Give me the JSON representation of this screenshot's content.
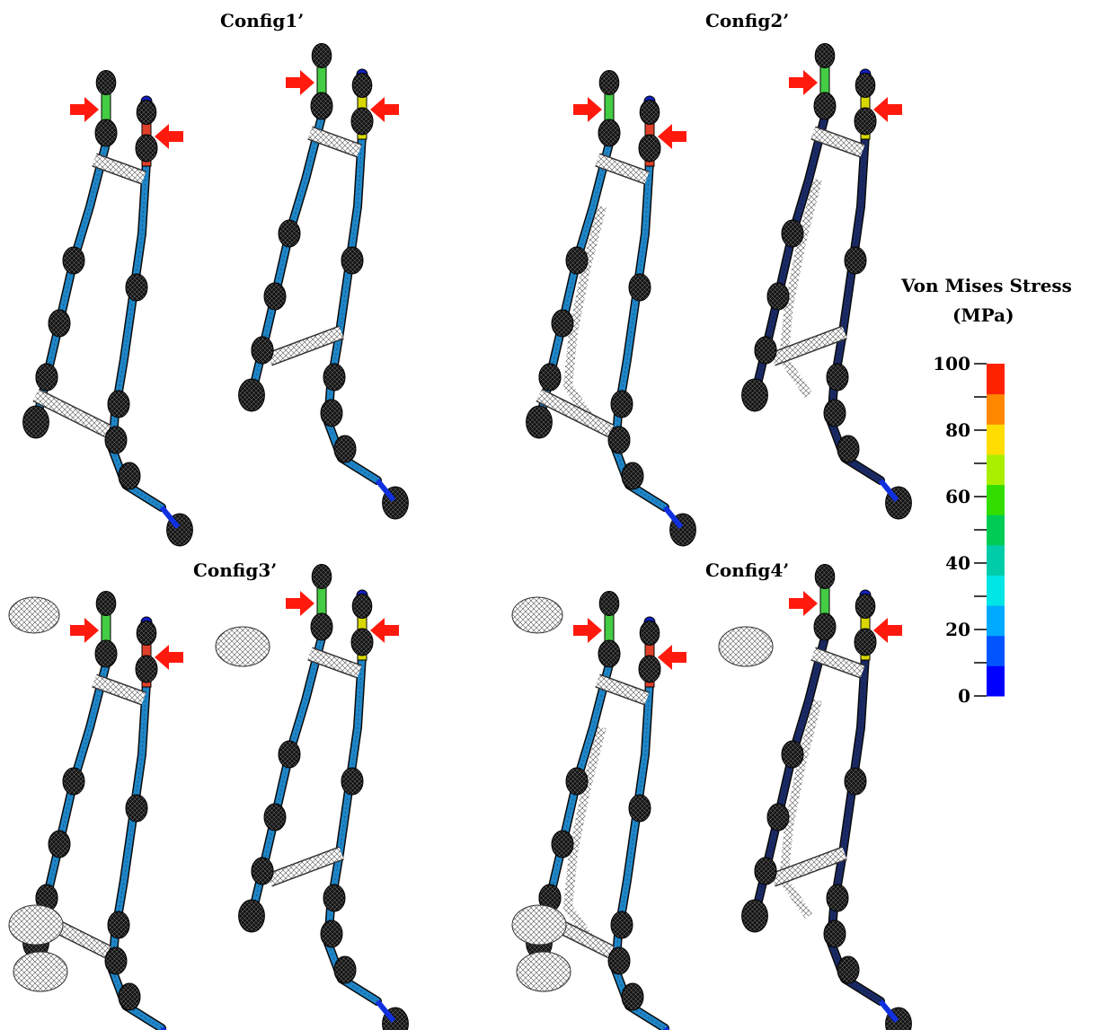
{
  "panels": [
    {
      "title": "Config1’",
      "left_extras": [
        "strut-top",
        "strut-bottom"
      ],
      "right_extras": [
        "strut-top",
        "strut-mid"
      ],
      "ghost_rod": false,
      "ellipsoids": false
    },
    {
      "title": "Config2’",
      "left_extras": [
        "strut-top",
        "strut-bottom"
      ],
      "right_extras": [
        "strut-top",
        "strut-mid"
      ],
      "ghost_rod": true,
      "ellipsoids": false
    },
    {
      "title": "Config3’",
      "left_extras": [
        "strut-top",
        "strut-bottom"
      ],
      "right_extras": [
        "strut-top",
        "strut-mid"
      ],
      "ghost_rod": false,
      "ellipsoids": true
    },
    {
      "title": "Config4’",
      "left_extras": [
        "strut-top",
        "strut-bottom"
      ],
      "right_extras": [
        "strut-top",
        "strut-mid"
      ],
      "ghost_rod": true,
      "ellipsoids": true
    }
  ],
  "colorbar": {
    "title_line1": "Von Mises Stress",
    "title_line2": "(MPa)",
    "min": 0,
    "max": 100,
    "tick_labels": [
      "100",
      "80",
      "60",
      "40",
      "20",
      "0"
    ],
    "bands": [
      "#0000ff",
      "#0055ff",
      "#00aaff",
      "#00e5e5",
      "#00ccaa",
      "#00cc55",
      "#33dd00",
      "#aaee00",
      "#ffdd00",
      "#ff8800",
      "#ff2200"
    ]
  },
  "colors": {
    "arrow": "#ff1a0d",
    "hub": "#111111",
    "rod_main": "#1f86c8",
    "rod_dark": "#1a2a66",
    "rod_hot": "#e0402a",
    "rod_warm": "#44cc44",
    "wire": "#666666"
  }
}
